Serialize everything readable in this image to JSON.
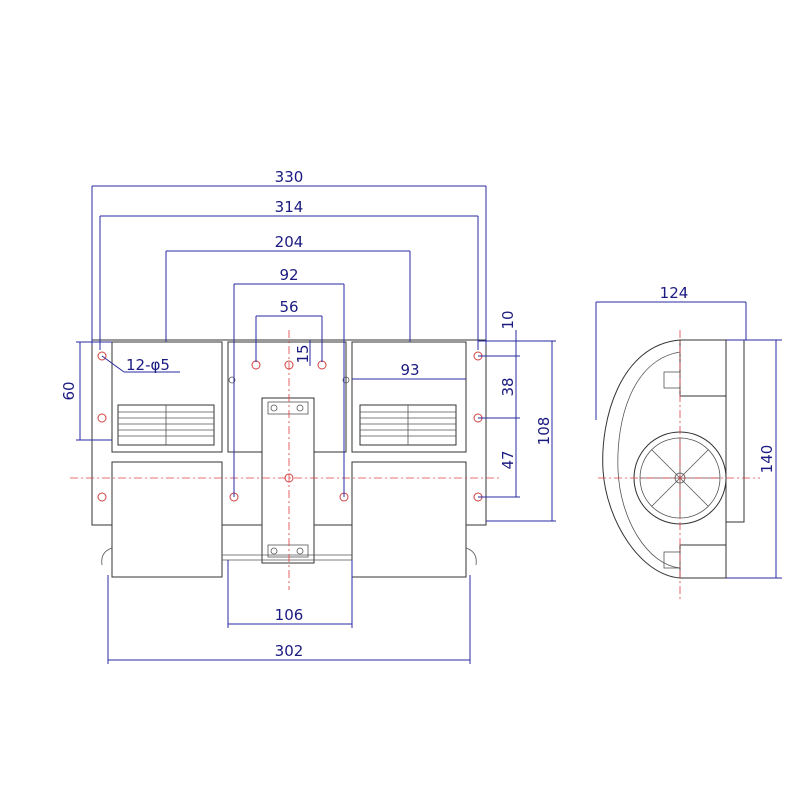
{
  "colors": {
    "dimension": "#2a2aa0",
    "outline": "#333333",
    "centerline": "#e04040"
  },
  "front_view": {
    "dimensions": {
      "overall_330": "330",
      "mount_314": "314",
      "outlet_span_204": "204",
      "center_92": "92",
      "center_56": "56",
      "center_15": "15",
      "outlet_width_93": "93",
      "height_60": "60",
      "hole_callout": "12-φ5",
      "base_106": "106",
      "base_302": "302"
    }
  },
  "side_dimensions": {
    "d10": "10",
    "d38": "38",
    "d47": "47",
    "d108": "108"
  },
  "side_view": {
    "dimensions": {
      "width_124": "124",
      "height_140": "140"
    }
  }
}
